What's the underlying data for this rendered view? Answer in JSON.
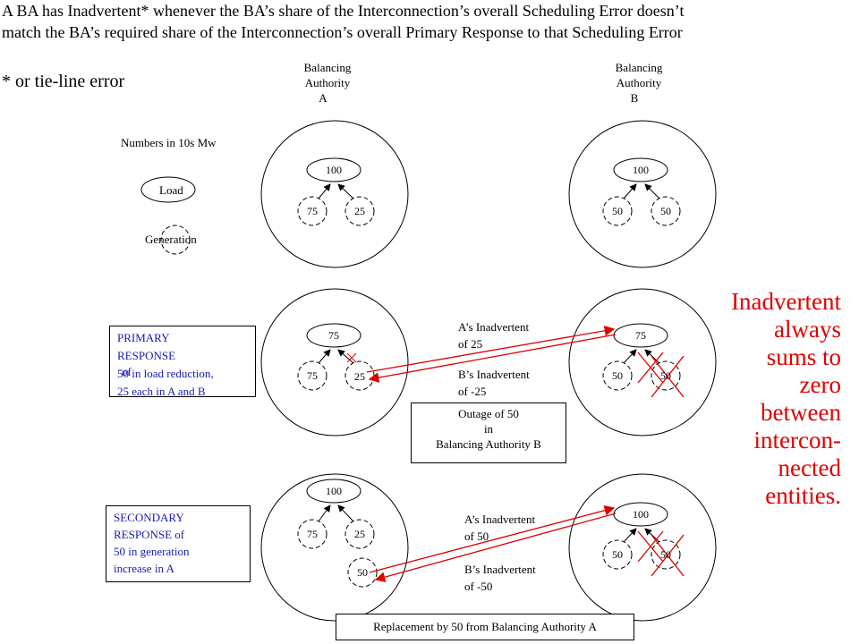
{
  "header": {
    "line1": "A BA has Inadvertent* whenever the BA’s share of the Interconnection’s overall Scheduling Error doesn’t",
    "line2": "match the BA’s required share of the Interconnection’s overall Primary Response to that Scheduling Error",
    "footnote": "* or tie-line error"
  },
  "labels": {
    "ba_a": [
      "Balancing",
      "Authority",
      "A"
    ],
    "ba_b": [
      "Balancing",
      "Authority",
      "B"
    ],
    "units": "Numbers in 10s Mw",
    "legend_load": "Load",
    "legend_generation": "Generation"
  },
  "rows": {
    "initial": {
      "a": {
        "load": "100",
        "gen1": "75",
        "gen2": "25"
      },
      "b": {
        "load": "100",
        "gen1": "50",
        "gen2": "50"
      }
    },
    "primary": {
      "a": {
        "load": "75",
        "gen1": "75",
        "gen2": "25"
      },
      "b": {
        "load": "75",
        "gen1": "50",
        "gen2": "50"
      },
      "box_lines": [
        "PRIMARY",
        "RESPONSE",
        "50 in load reduction,",
        "25 each in A and B"
      ],
      "box_overlay": "of",
      "a_inadvertent": [
        "A’s Inadvertent",
        "of 25"
      ],
      "b_inadvertent": [
        "B’s Inadvertent",
        "of -25"
      ],
      "outage": [
        "Outage of 50",
        "in",
        "Balancing Authority B"
      ]
    },
    "secondary": {
      "a": {
        "load": "100",
        "gen1": "75",
        "gen2": "25",
        "gen3": "50"
      },
      "b": {
        "load": "100",
        "gen1": "50",
        "gen2": "50"
      },
      "box_lines": [
        "SECONDARY",
        "RESPONSE of",
        "50 in generation",
        "increase  in A"
      ],
      "a_inadvertent": [
        "A’s Inadvertent",
        "of 50"
      ],
      "b_inadvertent": [
        "B’s Inadvertent",
        "of -50"
      ],
      "replacement": "Replacement by 50 from Balancing Authority A"
    }
  },
  "sidebar": {
    "lines": [
      "Inadvertent",
      "always",
      "sums  to",
      "zero",
      "between",
      "intercon-",
      "nected",
      "entities."
    ]
  },
  "colors": {
    "arrow": "#dd0000",
    "text_blue": "#1a1ab0",
    "cross": "#dd0000"
  }
}
